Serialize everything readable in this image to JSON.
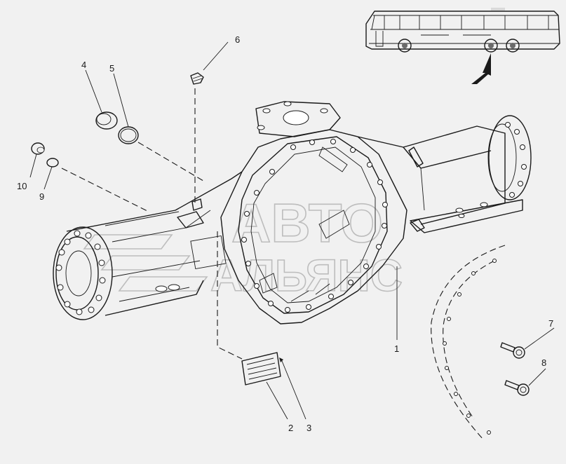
{
  "watermark": {
    "line1": "АВТО",
    "line2": "АЛЬЯНС"
  },
  "callouts": [
    {
      "id": "1",
      "text": "1"
    },
    {
      "id": "2",
      "text": "2"
    },
    {
      "id": "3",
      "text": "3"
    },
    {
      "id": "4",
      "text": "4"
    },
    {
      "id": "5",
      "text": "5"
    },
    {
      "id": "6",
      "text": "6"
    },
    {
      "id": "7",
      "text": "7"
    },
    {
      "id": "8",
      "text": "8"
    },
    {
      "id": "9",
      "text": "9"
    },
    {
      "id": "10",
      "text": "10"
    }
  ],
  "icons": {
    "vehicle": "bus-icon",
    "locator": "arrow-icon"
  },
  "colors": {
    "background": "#f1f1f1",
    "line": "#1a1a1a",
    "watermark": "#bdbdbd"
  }
}
